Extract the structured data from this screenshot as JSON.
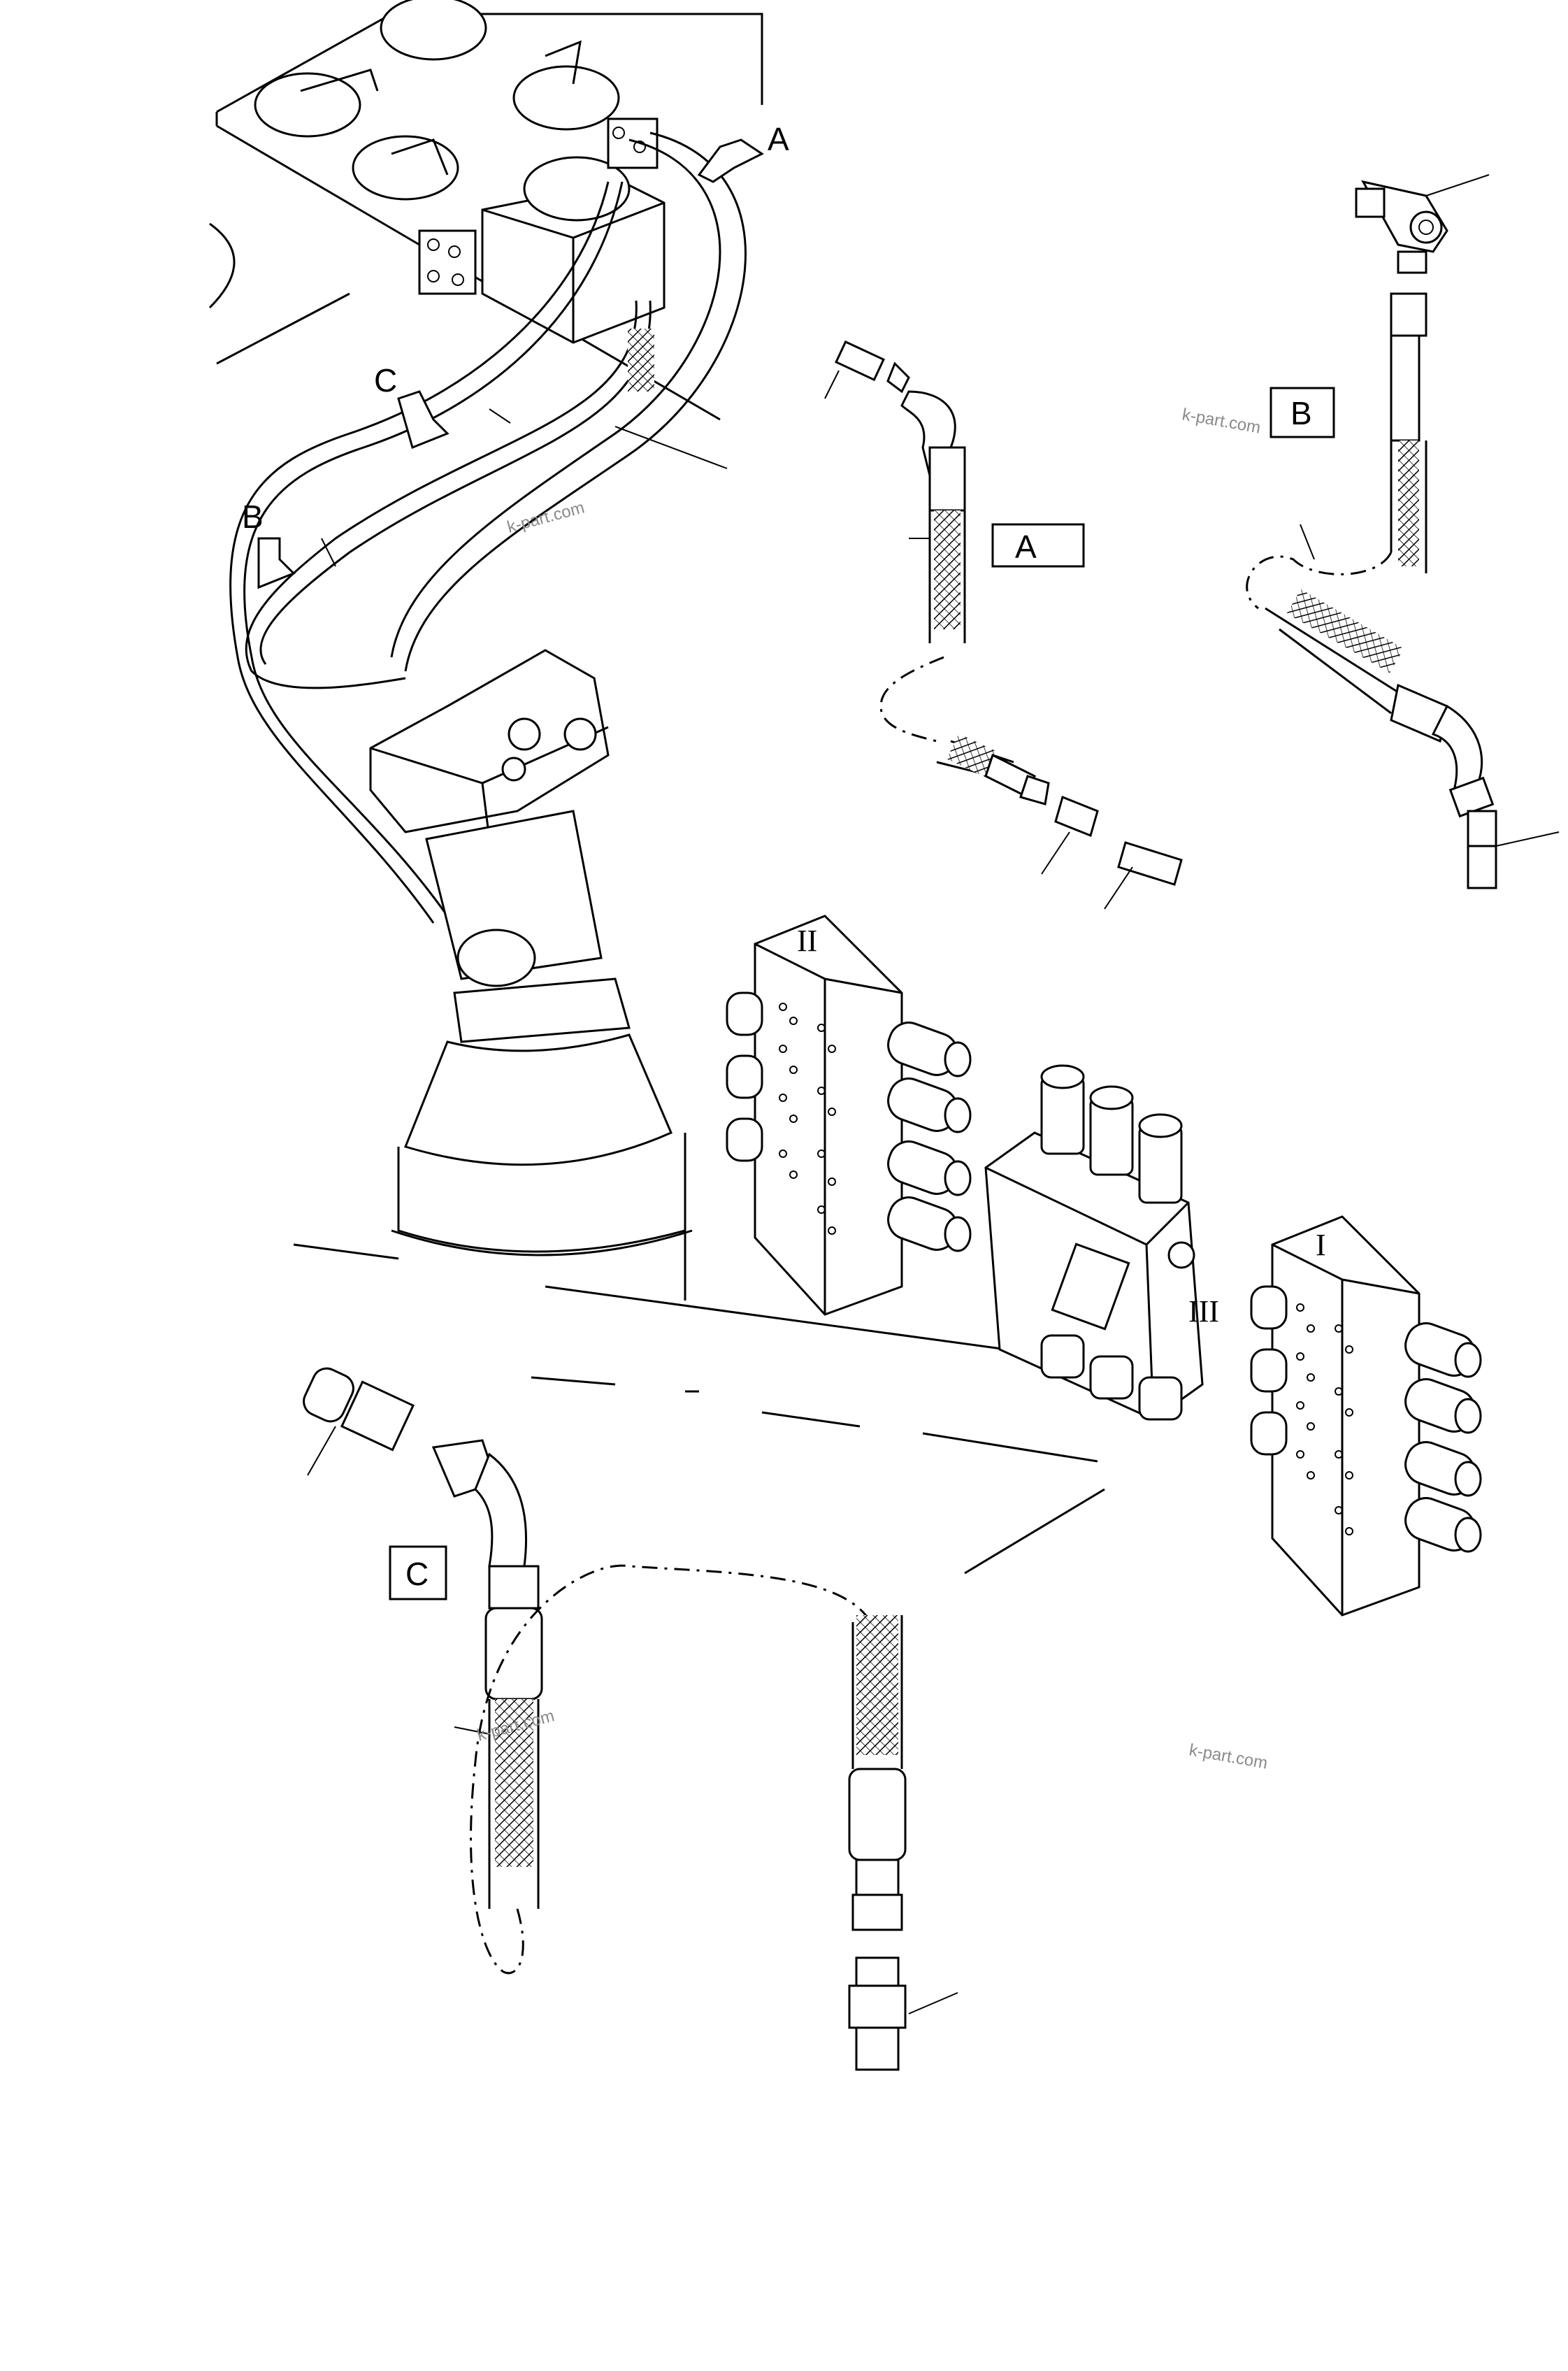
{
  "callouts": {
    "a": "A",
    "b": "B",
    "c": "C"
  },
  "detail_boxes": {
    "a": "A",
    "b": "B",
    "c": "C"
  },
  "valve_sections": {
    "one": "I",
    "two": "II",
    "three": "III"
  },
  "watermarks": {
    "w1": "k-part.com",
    "w2": "k-part.com",
    "w3": "k-part.com",
    "w4": "k-part.com"
  }
}
